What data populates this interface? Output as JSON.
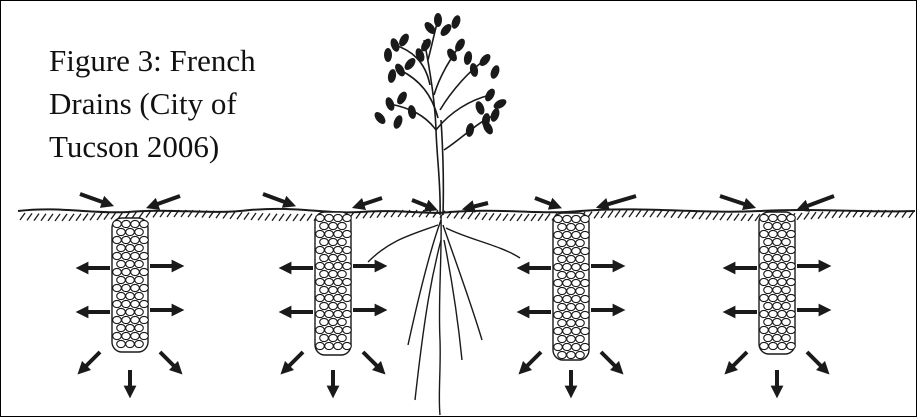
{
  "figure": {
    "caption_lines": [
      "Figure 3: French",
      "Drains (City of",
      "Tucson 2006)"
    ]
  },
  "diagram": {
    "drain_count": 4,
    "elements": [
      "ground-surface",
      "french-drain",
      "tree",
      "roots",
      "flow-arrows"
    ],
    "colors": {
      "ink": "#1a1a1a",
      "background": "#ffffff"
    }
  }
}
